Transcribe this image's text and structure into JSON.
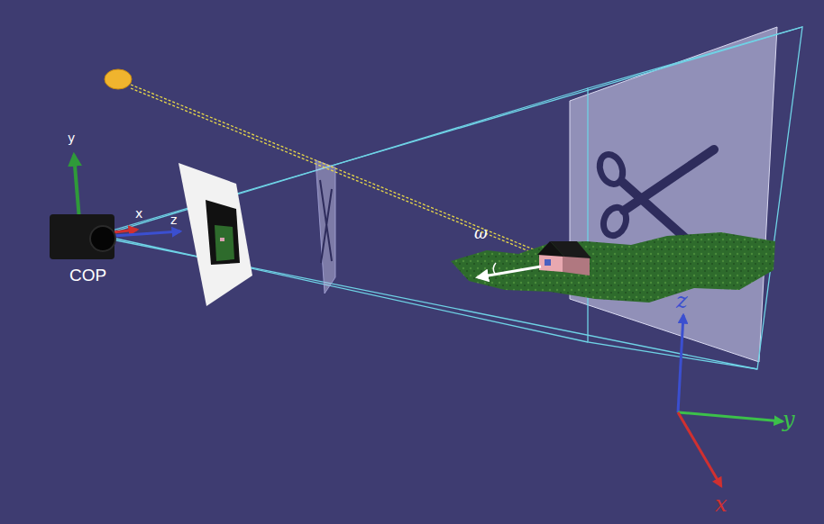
{
  "diagram": {
    "nodes": [
      {
        "text": [
          "COP"
        ]
      }
    ],
    "labels": [
      "y",
      "x",
      "z",
      "ω",
      "z",
      "y",
      "x"
    ]
  }
}
